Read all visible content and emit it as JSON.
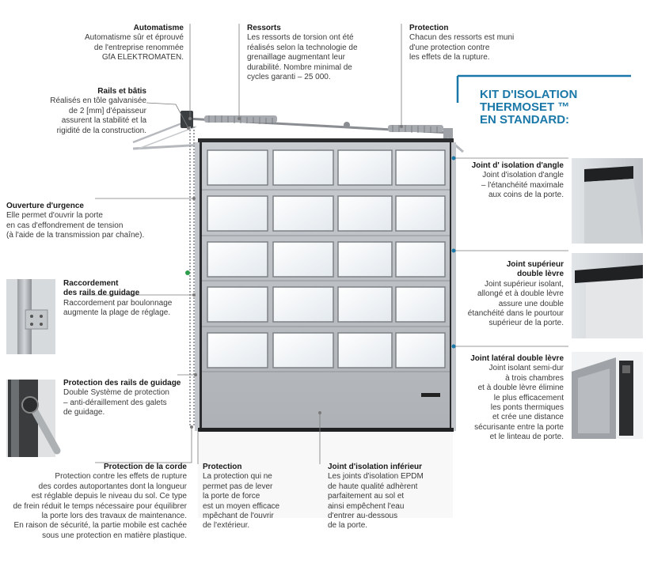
{
  "labels": {
    "automatisme": {
      "title": "Automatisme",
      "desc": "Automatisme sûr et éprouvé\nde l'entreprise renommée\nGfA ELEKTROMATEN."
    },
    "ressorts": {
      "title": "Ressorts",
      "desc": "Les ressorts de torsion ont été\nréalisés selon la technologie de\ngrenaillage augmentant leur\ndurabilité. Nombre minimal de\ncycles garanti – 25 000."
    },
    "protection_ressorts": {
      "title": "Protection",
      "desc": "Chacun des ressorts est muni\nd'une protection contre\nles effets de la rupture."
    },
    "rails": {
      "title": "Rails et bâtis",
      "desc": "Réalisés en tôle galvanisée\nde 2 [mm] d'épaisseur\nassurent la stabilité et la\nrigidité de la construction."
    },
    "urgence": {
      "title": "Ouverture d'urgence",
      "desc": "Elle permet d'ouvrir la porte\nen cas d'effondrement de tension\n(à l'aide de la transmission par chaîne)."
    },
    "raccordement": {
      "title": "Raccordement\ndes rails de guidage",
      "desc": "Raccordement par boulonnage\naugmente la plage de réglage."
    },
    "protection_rails": {
      "title": "Protection des rails de guidage",
      "desc": "Double Système de protection\n– anti-déraillement des galets\nde guidage."
    },
    "corde": {
      "title": "Protection de la corde",
      "desc": "Protection contre les effets de rupture\ndes cordes autoportantes dont la longueur\nest réglable depuis le niveau du sol. Ce type\nde frein réduit le temps nécessaire pour équilibrer\nla porte lors des travaux de maintenance.\nEn raison de sécurité, la partie mobile est cachée\nsous une protection en matière plastique."
    },
    "protection_bas": {
      "title": "Protection",
      "desc": "La protection qui ne\npermet pas de lever\nla porte de force\nest un moyen efficace\nmpêchant de l'ouvrir\nde l'extérieur."
    },
    "joint_inferieur": {
      "title": "Joint d'isolation inférieur",
      "desc": "Les joints d'isolation EPDM\nde haute qualité adhèrent\nparfaitement au sol et\nainsi empêchent l'eau\nd'entrer au-dessous\nde la porte."
    },
    "kit_title": "KIT D'ISOLATION\nTHERMOSET ™\nEN STANDARD:",
    "joint_angle": {
      "title": "Joint d' isolation d'angle",
      "desc": "Joint d'isolation d'angle\n– l'étanchéité maximale\naux coins de la porte."
    },
    "joint_superieur": {
      "title": "Joint supérieur\ndouble lèvre",
      "desc": "Joint supérieur isolant,\nallongé et à double lèvre\nassure une double\nétanchéité dans le pourtour\nsupérieur de la porte."
    },
    "joint_lateral": {
      "title": "Joint latéral double lèvre",
      "desc": "Joint isolant semi-dur\nà trois chambres\net à double lèvre élimine\nle plus efficacement\nles ponts thermiques\net crée une distance\nsécurisante entre la porte\net le linteau de porte."
    }
  },
  "colors": {
    "accent_blue": "#1a78a8",
    "door_panel": "#b9bcc0",
    "frame": "#9ea2a6",
    "glass": "#eef2f5",
    "leader": "#7a7a7a"
  },
  "icons": [
    "door-illustration",
    "bracket-photo",
    "roller-photo",
    "corner-seal-photo",
    "top-seal-photo",
    "side-seal-photo"
  ]
}
